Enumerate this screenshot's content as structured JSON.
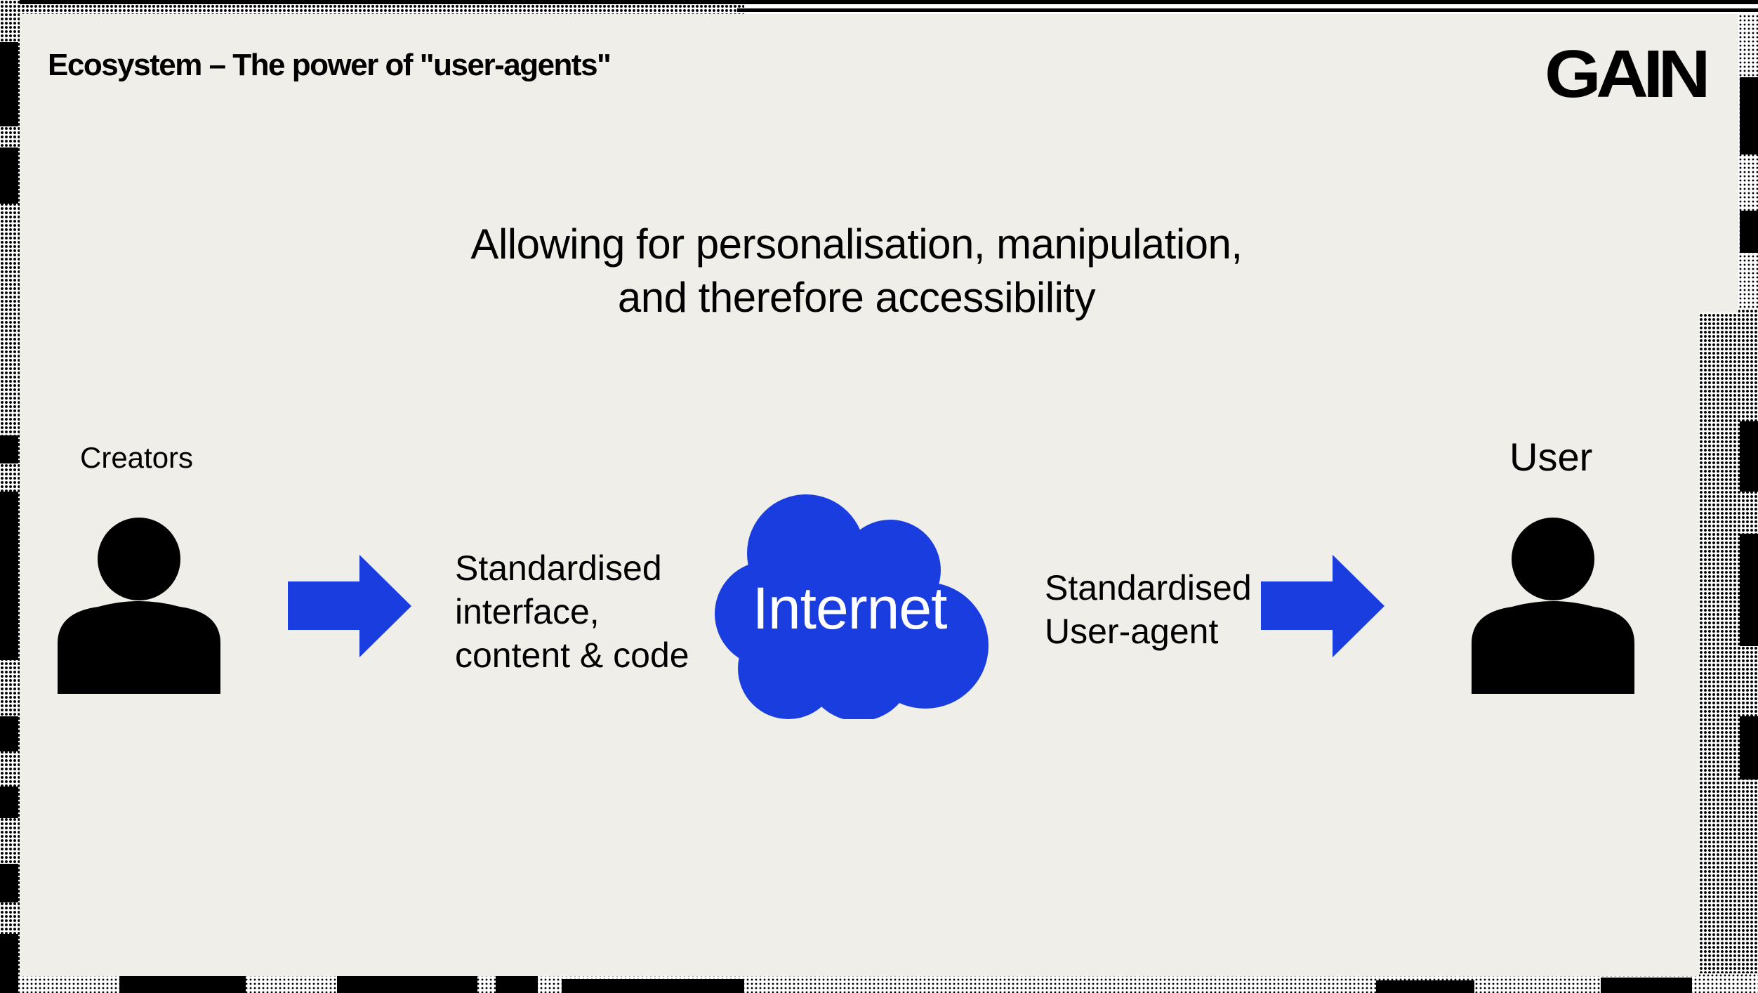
{
  "slide": {
    "title": "Ecosystem – The power of \"user-agents\"",
    "logo": "GAIN",
    "subtitle_lines": [
      "Allowing for personalisation, manipulation,",
      "and therefore accessibility"
    ]
  },
  "diagram": {
    "creators_label": "Creators",
    "user_label": "User",
    "left_description": [
      "Standardised",
      "interface,",
      "content & code"
    ],
    "cloud_label": "Internet",
    "right_description": [
      "Standardised",
      "User-agent"
    ]
  },
  "colors": {
    "accent": "#1a3de0",
    "background": "#efeee9",
    "text": "#000000"
  },
  "icons": [
    "person-icon",
    "arrow-right-icon",
    "cloud-icon"
  ]
}
